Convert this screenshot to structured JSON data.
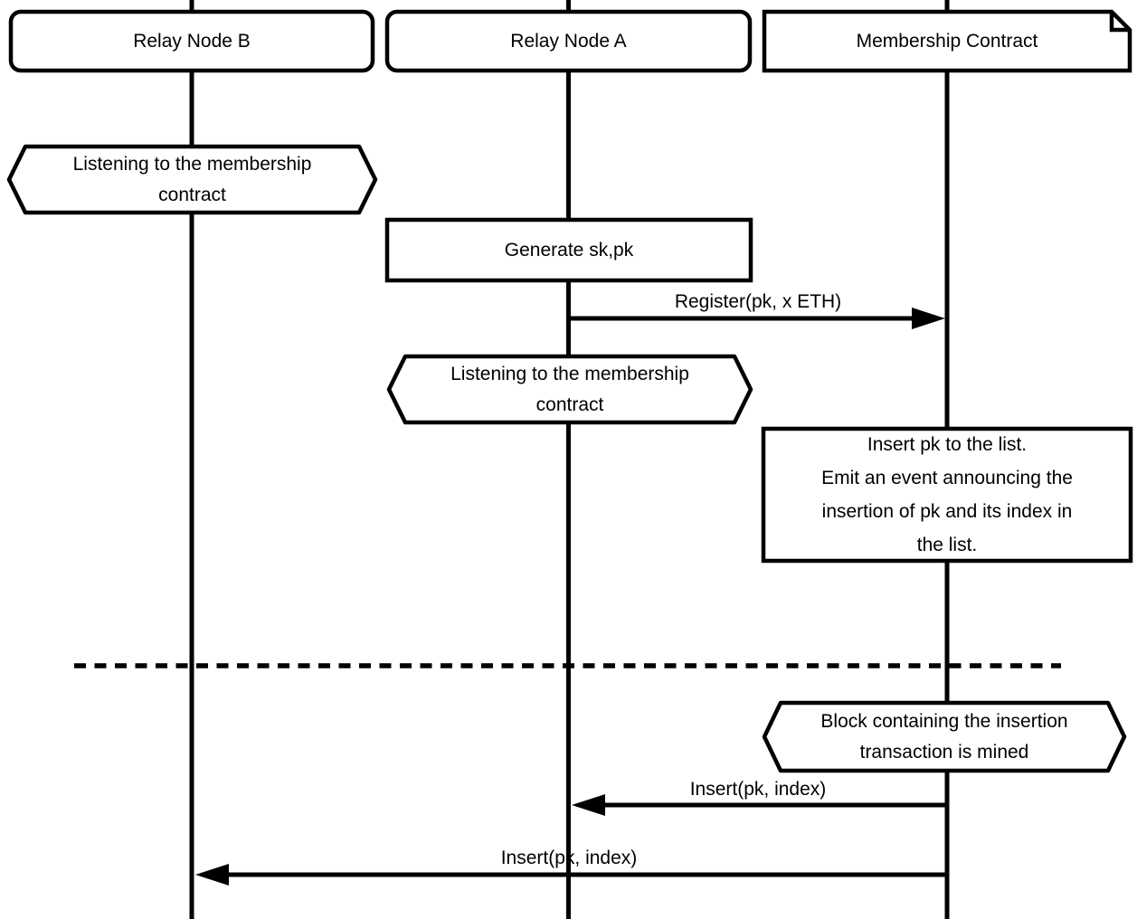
{
  "diagram": {
    "type": "sequence-diagram",
    "background_color": "#ffffff",
    "stroke_color": "#000000",
    "shape_fill_color": "#ffffff",
    "actors": [
      {
        "id": "relay-node-b",
        "label": "Relay Node B"
      },
      {
        "id": "relay-node-a",
        "label": "Relay Node A"
      },
      {
        "id": "membership-contract",
        "label": "Membership Contract"
      }
    ],
    "nodes": {
      "listening_b": {
        "shape": "hexagon",
        "lines": [
          "Listening to the membership",
          "contract"
        ]
      },
      "generate_keys": {
        "shape": "rectangle",
        "label": "Generate sk,pk"
      },
      "listening_a": {
        "shape": "hexagon",
        "lines": [
          "Listening to the membership",
          "contract"
        ]
      },
      "insert_note": {
        "shape": "rectangle",
        "lines": [
          "Insert pk to the list.",
          "Emit an event announcing the",
          "insertion of pk and its index in",
          "the list."
        ]
      },
      "block_mined": {
        "shape": "hexagon",
        "lines": [
          "Block containing the insertion",
          "transaction is mined"
        ]
      }
    },
    "messages": {
      "register": {
        "from": "relay-node-a",
        "to": "membership-contract",
        "label": "Register(pk, x ETH)"
      },
      "insert_to_a": {
        "from": "membership-contract",
        "to": "relay-node-a",
        "label": "Insert(pk, index)"
      },
      "insert_to_b": {
        "from": "membership-contract",
        "to": "relay-node-b",
        "label": "Insert(pk, index)"
      }
    },
    "separator": {
      "style": "dashed"
    }
  }
}
